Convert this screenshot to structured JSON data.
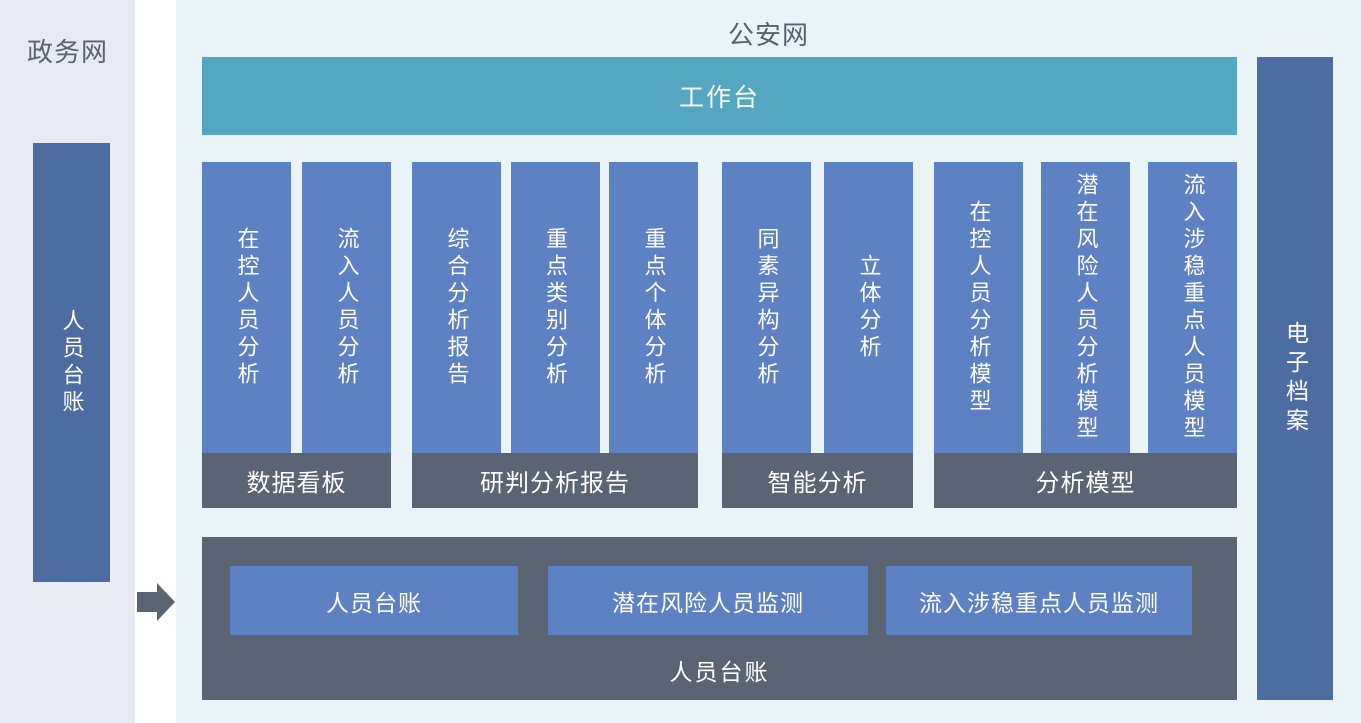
{
  "left_panel": {
    "title": "政务网",
    "side_bar": "人员台账"
  },
  "main_panel": {
    "title": "公安网",
    "workbench": "工作台",
    "right_bar": "电子档案",
    "groups": [
      {
        "label": "数据看板",
        "items": [
          "在控人员分析",
          "流入人员分析"
        ]
      },
      {
        "label": "研判分析报告",
        "items": [
          "综合分析报告",
          "重点类别分析",
          "重点个体分析"
        ]
      },
      {
        "label": "智能分析",
        "items": [
          "同素异构分析",
          "立体分析"
        ]
      },
      {
        "label": "分析模型",
        "items": [
          "在控人员分析模型",
          "潜在风险人员分析模型",
          "流入涉稳重点人员模型"
        ]
      }
    ],
    "bottom_panel": {
      "label": "人员台账",
      "buttons": [
        "人员台账",
        "潜在风险人员监测",
        "流入涉稳重点人员监测"
      ]
    }
  },
  "icons": {
    "flow_arrow": "right-arrow"
  },
  "colors": {
    "module_blue": "#5d82c4",
    "side_bar_blue": "#4c6da2",
    "workbench_teal": "#55a7c1",
    "slate_gray": "#5b6472",
    "gov_panel_bg": "#e8eaf3",
    "police_panel_bg": "#eaf3f8",
    "title_text": "#59626f"
  }
}
